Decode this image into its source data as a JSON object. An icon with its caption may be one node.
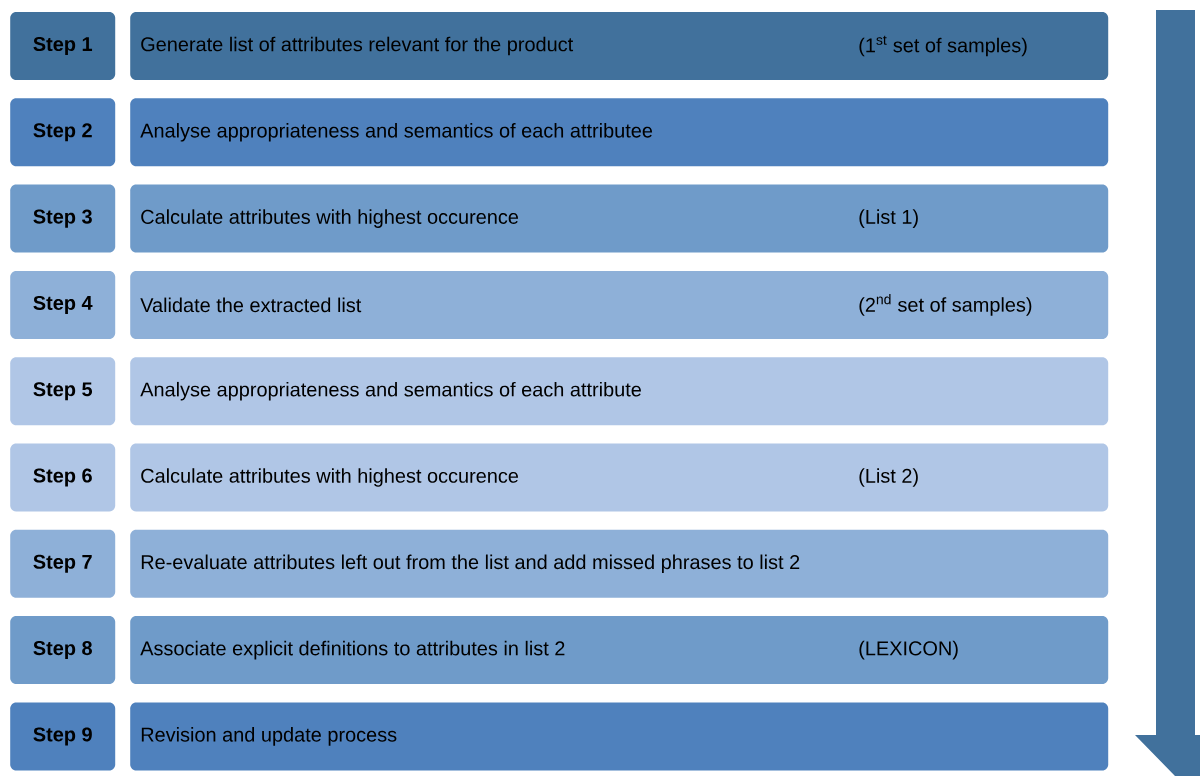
{
  "diagram": {
    "nodes": [
      {
        "text": [
          "Step 1"
        ]
      },
      {
        "text": [
          "Generate list of attributes relevant for the product",
          "(1$^{st}$ set of samples)"
        ]
      },
      {
        "text": [
          "Step 2"
        ]
      },
      {
        "text": [
          "Analyse appropriateness and semantics of each attributee"
        ]
      },
      {
        "text": [
          "Step 3"
        ]
      },
      {
        "text": [
          "Calculate attributes with highest occurence",
          "(List 1)"
        ]
      },
      {
        "text": [
          "Step 4"
        ]
      },
      {
        "text": [
          "Validate the extracted list",
          "(2$^{nd}$ set of samples)"
        ]
      },
      {
        "text": [
          "Step 5"
        ]
      },
      {
        "text": [
          "Analyse appropriateness and semantics of each attribute"
        ]
      },
      {
        "text": [
          "Step 6"
        ]
      },
      {
        "text": [
          "Calculate attributes with highest occurence",
          "(List 2)"
        ]
      },
      {
        "text": [
          "Step 7"
        ]
      },
      {
        "text": [
          "Re-evaluate attributes left out from the list and add missed phrases to list 2"
        ]
      },
      {
        "text": [
          "Step 8"
        ]
      },
      {
        "text": [
          "Associate explicit definitions to attributes in list 2",
          "(LEXICON)"
        ]
      },
      {
        "text": [
          "Step 9"
        ]
      },
      {
        "text": [
          "Revision and update process"
        ]
      }
    ]
  }
}
